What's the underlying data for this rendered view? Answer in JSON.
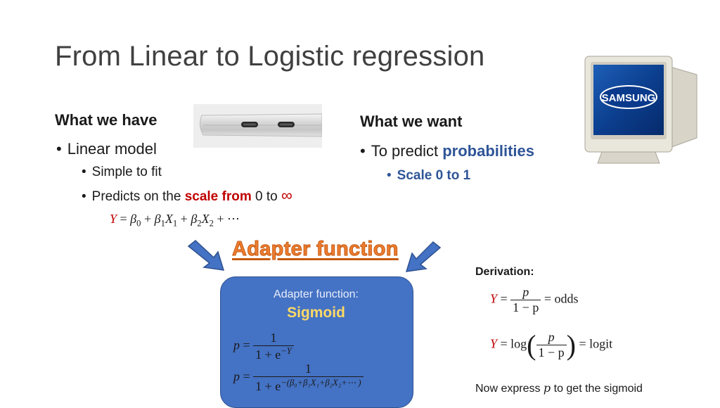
{
  "slide": {
    "title": "From Linear to Logistic regression"
  },
  "left": {
    "heading": "What we have",
    "bullet1": "Linear model",
    "sub1": "Simple to fit",
    "sub2_prefix": "Predicts on the ",
    "sub2_highlight": "scale from",
    "sub2_mid": " 0 to ",
    "sub2_symbol": "∞",
    "equation": {
      "lhs": "Y",
      "eq": " = ",
      "beta0": "β",
      "beta0_sub": "0",
      "plus1": " + ",
      "beta1": "β",
      "beta1_sub": "1",
      "x1": "X",
      "x1_sub": "1",
      "plus2": " + ",
      "beta2": "β",
      "beta2_sub": "2",
      "x2": "X",
      "x2_sub": "2",
      "tail": " + ⋯"
    }
  },
  "right": {
    "heading": "What we want",
    "bullet1_prefix": "To predict ",
    "bullet1_highlight": "probabilities",
    "sub1": "Scale 0 to 1"
  },
  "images": {
    "laptop_icon": "laptop-usb-c-ports",
    "monitor_icon": "crt-monitor",
    "monitor_brand": "SAMSUNG"
  },
  "adapter": {
    "heading": "Adapter function",
    "box_label": "Adapter function:",
    "box_name": "Sigmoid",
    "eq1": {
      "lhs": "p",
      "eq": " = ",
      "num": "1",
      "den_base": "1 + e",
      "den_exp": "−Y"
    },
    "eq2": {
      "lhs": "p",
      "eq": " = ",
      "num": "1",
      "den_base": "1 + e",
      "den_exp": "−(β₀+β₁X₁+β₂X₂+⋯ )"
    }
  },
  "derivation": {
    "label": "Derivation:",
    "eq1": {
      "lhs": "Y",
      "eq": " = ",
      "num": "p",
      "den": "1 − p",
      "rhs": " = odds"
    },
    "eq2": {
      "lhs": "Y",
      "eq": " = log",
      "num": "p",
      "den": "1 − p",
      "rhs": " = logit"
    },
    "footer_prefix": "Now express ",
    "footer_var": "p",
    "footer_suffix": " to get the sigmoid"
  },
  "colors": {
    "accent_red": "#c00000",
    "accent_blue": "#2f5597",
    "box_fill": "#4472c4",
    "sigmoid_yellow": "#ffd966",
    "adapter_orange": "#ed7d31",
    "arrow_fill": "#4472c4"
  }
}
